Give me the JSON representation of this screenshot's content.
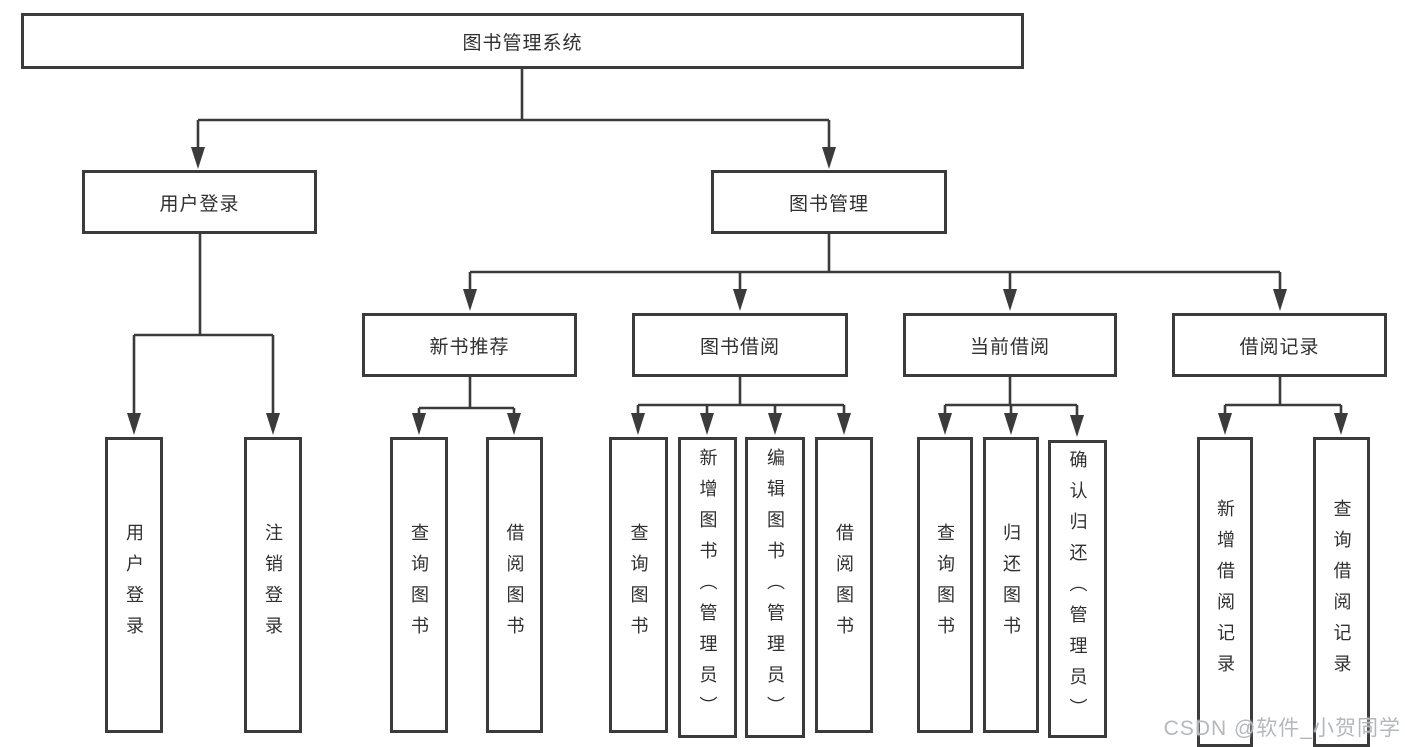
{
  "tree": {
    "label": "图书管理系统",
    "children": [
      {
        "label": "用户登录",
        "children": [
          {
            "label": "用户登录"
          },
          {
            "label": "注销登录"
          }
        ]
      },
      {
        "label": "图书管理",
        "children": [
          {
            "label": "新书推荐",
            "children": [
              {
                "label": "查询图书"
              },
              {
                "label": "借阅图书"
              }
            ]
          },
          {
            "label": "图书借阅",
            "children": [
              {
                "label": "查询图书"
              },
              {
                "label": "新增图书（管理员）"
              },
              {
                "label": "编辑图书（管理员）"
              },
              {
                "label": "借阅图书"
              }
            ]
          },
          {
            "label": "当前借阅",
            "children": [
              {
                "label": "查询图书"
              },
              {
                "label": "归还图书"
              },
              {
                "label": "确认归还（管理员）"
              }
            ]
          },
          {
            "label": "借阅记录",
            "children": [
              {
                "label": "新增借阅记录"
              },
              {
                "label": "查询借阅记录"
              }
            ]
          }
        ]
      }
    ]
  },
  "watermark": {
    "text": "CSDN @软件_小贺同学"
  },
  "colors": {
    "line": "#3b3b3b",
    "box_border": "#3b3b3b",
    "box_background": "#ffffff",
    "text": "#303030",
    "watermark": "#b4b8bd",
    "page_background": "#ffffff"
  }
}
